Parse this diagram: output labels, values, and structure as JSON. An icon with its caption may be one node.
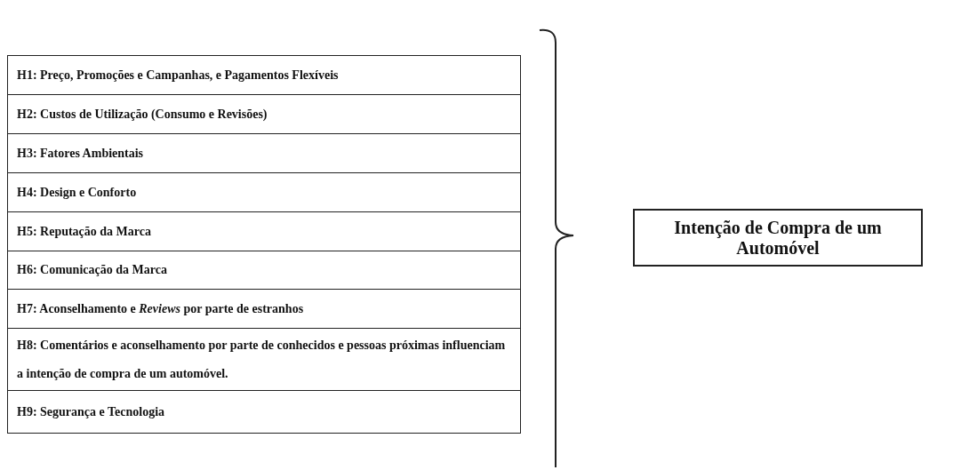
{
  "diagram": {
    "nodes": [
      {
        "text": [
          "H1: Preço, Promoções e Campanhas, e Pagamentos Flexíveis"
        ]
      },
      {
        "text": [
          "H2: Custos de Utilização (Consumo e Revisões)"
        ]
      },
      {
        "text": [
          "H3: Fatores Ambientais"
        ]
      },
      {
        "text": [
          "H4: Design e Conforto"
        ]
      },
      {
        "text": [
          "H5: Reputação da Marca"
        ]
      },
      {
        "text": [
          "H6: Comunicação da Marca"
        ]
      },
      {
        "text": [
          "H7: Aconselhamento e *Reviews* por parte de estranhos"
        ]
      },
      {
        "text": [
          "H8: Comentários e aconselhamento por parte de conhecidos e pessoas próximas influenciam a intenção de compra de um automóvel."
        ]
      },
      {
        "text": [
          "H9: Segurança e Tecnologia"
        ]
      },
      {
        "text": [
          "Intenção de Compra de um Automóvel"
        ]
      }
    ],
    "edges": []
  }
}
